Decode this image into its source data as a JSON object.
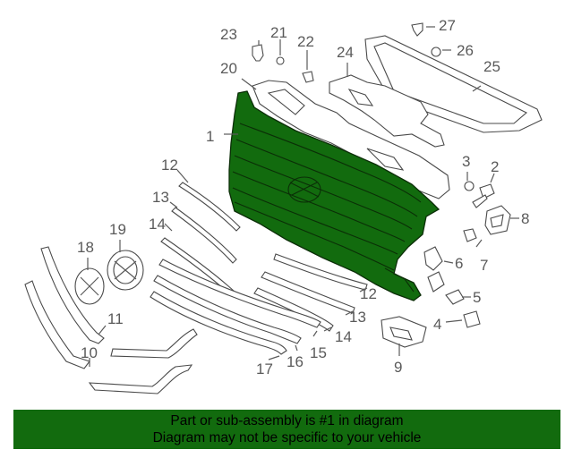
{
  "highlight_color": "#126b0e",
  "banner": {
    "line1": "Part or sub-assembly is #1 in diagram",
    "line2": "Diagram may not be specific to your vehicle"
  },
  "callouts": {
    "c1": "1",
    "c2": "2",
    "c3": "3",
    "c4": "4",
    "c5": "5",
    "c6": "6",
    "c7": "7",
    "c8": "8",
    "c9": "9",
    "c10": "10",
    "c11": "11",
    "c12a": "12",
    "c12b": "12",
    "c13a": "13",
    "c13b": "13",
    "c14a": "14",
    "c14b": "14",
    "c15": "15",
    "c16": "16",
    "c17": "17",
    "c18": "18",
    "c19": "19",
    "c20": "20",
    "c21": "21",
    "c22": "22",
    "c23": "23",
    "c24": "24",
    "c25": "25",
    "c26": "26",
    "c27": "27"
  }
}
